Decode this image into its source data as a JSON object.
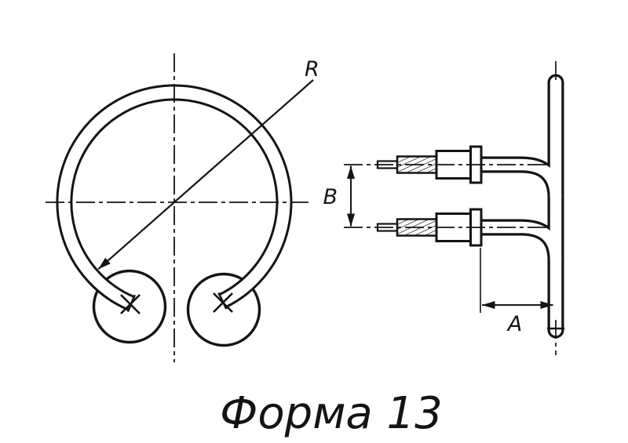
{
  "drawing": {
    "title": "Форма 13",
    "dimension_labels": {
      "radius": "R",
      "terminal_spacing": "B",
      "terminal_length": "A"
    }
  },
  "colors": {
    "line": "#141414",
    "background": "#ffffff"
  }
}
